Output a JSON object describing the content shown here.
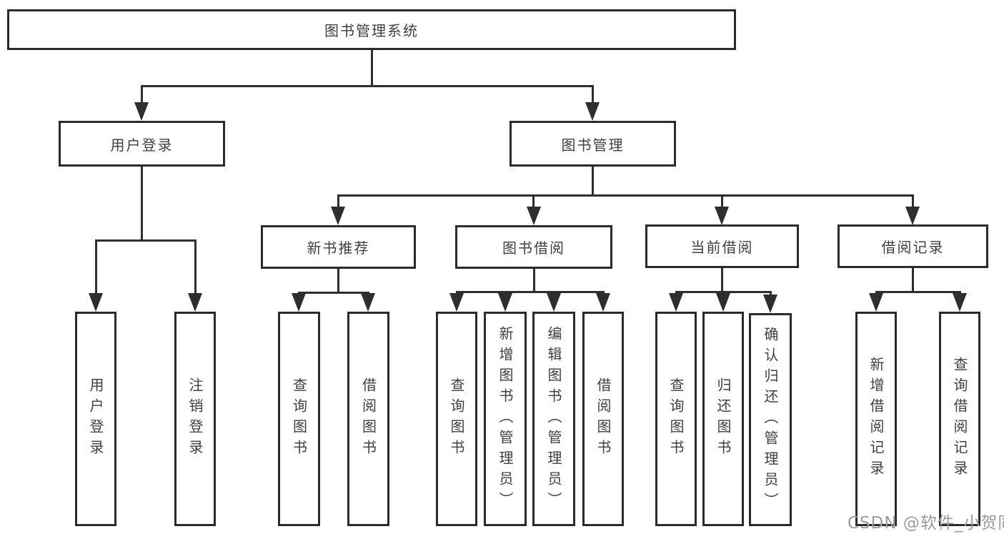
{
  "tree": {
    "root": "图书管理系统",
    "branches": [
      {
        "label": "用户登录",
        "children": [
          "用户登录",
          "注销登录"
        ]
      },
      {
        "label": "图书管理",
        "children": [
          {
            "label": "新书推荐",
            "children": [
              "查询图书",
              "借阅图书"
            ]
          },
          {
            "label": "图书借阅",
            "children": [
              "查询图书",
              "新增图书（管理员）",
              "编辑图书（管理员）",
              "借阅图书"
            ]
          },
          {
            "label": "当前借阅",
            "children": [
              "查询图书",
              "归还图书",
              "确认归还（管理员）"
            ]
          },
          {
            "label": "借阅记录",
            "children": [
              "新增借阅记录",
              "查询借阅记录"
            ]
          }
        ]
      }
    ]
  },
  "watermark": "CSDN @软件_小贺同学",
  "colors": {
    "line": "#2e2e2e",
    "box_border": "#2b2b2b",
    "text": "#3f3f3f",
    "watermark": "#9b9b9b",
    "background": "#ffffff"
  }
}
